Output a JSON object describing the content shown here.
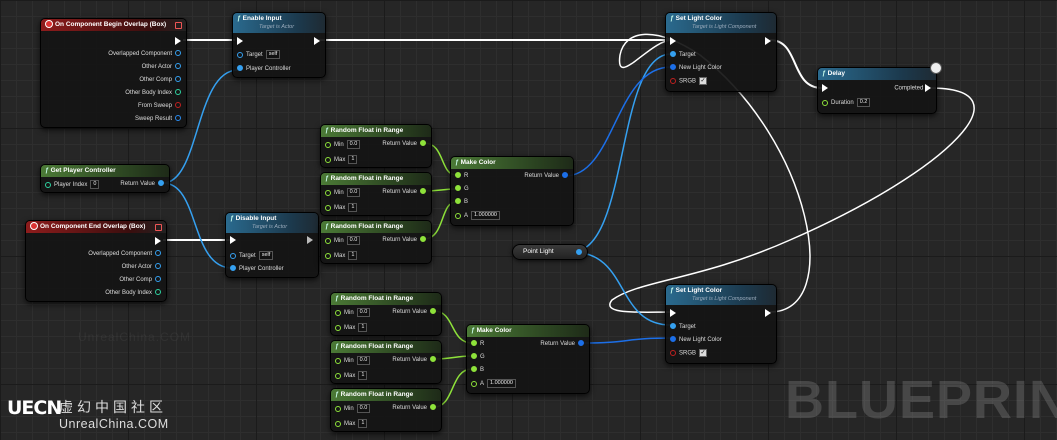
{
  "nodes": {
    "begin_overlap": {
      "title": "On Component Begin Overlap (Box)",
      "outputs": [
        "Overlapped Component",
        "Other Actor",
        "Other Comp",
        "Other Body Index",
        "From Sweep",
        "Sweep Result"
      ]
    },
    "enable_input": {
      "title": "Enable Input",
      "subtitle": "Target is Actor",
      "target_label": "Target",
      "target_value": "self",
      "player_controller_label": "Player Controller"
    },
    "get_player_controller": {
      "title": "Get Player Controller",
      "player_index_label": "Player Index",
      "player_index_value": "0",
      "return_label": "Return Value"
    },
    "end_overlap": {
      "title": "On Component End Overlap (Box)",
      "outputs": [
        "Overlapped Component",
        "Other Actor",
        "Other Comp",
        "Other Body Index"
      ]
    },
    "disable_input": {
      "title": "Disable Input",
      "subtitle": "Target is Actor",
      "target_label": "Target",
      "target_value": "self",
      "player_controller_label": "Player Controller"
    },
    "random_float": {
      "title": "Random Float in Range",
      "min_label": "Min",
      "max_label": "Max",
      "min_value": "0.0",
      "max_value": "1",
      "return_label": "Return Value"
    },
    "make_color": {
      "title": "Make Color",
      "r": "R",
      "g": "G",
      "b": "B",
      "a": "A",
      "a_value": "1.000000",
      "return_label": "Return Value"
    },
    "set_light_color": {
      "title": "Set Light Color",
      "subtitle": "Target is Light Component",
      "target_label": "Target",
      "new_light_color_label": "New Light Color",
      "srgb_label": "SRGB"
    },
    "delay": {
      "title": "Delay",
      "duration_label": "Duration",
      "duration_value": "0.2",
      "completed_label": "Completed"
    },
    "point_light": {
      "label": "Point Light"
    }
  },
  "branding": {
    "watermark": "UnrealChina.COM",
    "background_text": "BLUEPRINT",
    "logo_mark": "UECN",
    "logo_chinese": "虚幻中国社区",
    "logo_url": "UnrealChina.COM"
  },
  "colors": {
    "exec": "#ffffff",
    "object": "#35a0f0",
    "float": "#8ee23a",
    "color_struct": "#1c6fe8",
    "bool": "#c02020"
  }
}
